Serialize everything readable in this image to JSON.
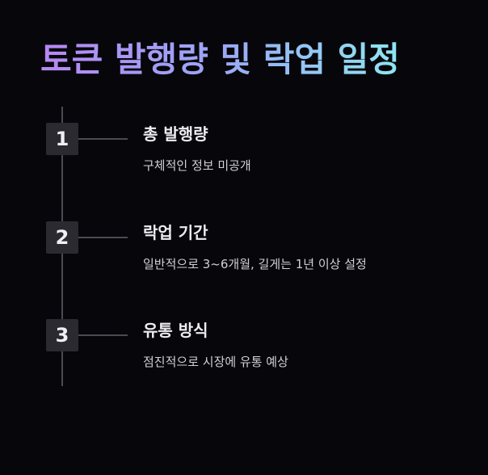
{
  "title": "토큰 발행량 및 락업 일정",
  "steps": [
    {
      "number": "1",
      "title": "총 발행량",
      "description": "구체적인 정보 미공개"
    },
    {
      "number": "2",
      "title": "락업 기간",
      "description": "일반적으로 3~6개월, 길게는 1년 이상 설정"
    },
    {
      "number": "3",
      "title": "유통 방식",
      "description": "점진적으로 시장에 유통 예상"
    }
  ],
  "colors": {
    "background": "#07070b",
    "title_gradient_start": "#b787f3",
    "title_gradient_end": "#8ee6f1",
    "badge": "#2a2a30",
    "line": "#4a4a52"
  }
}
